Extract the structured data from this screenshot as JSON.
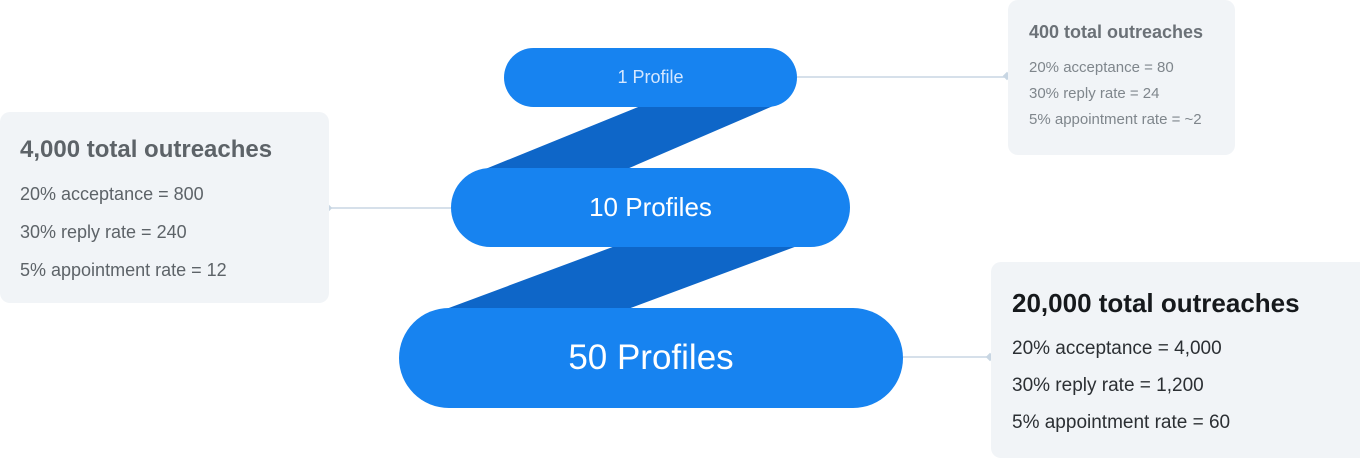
{
  "tiers": [
    {
      "profiles_label": "1 Profile",
      "card": {
        "title": "400 total outreaches",
        "lines": [
          "20% acceptance = 80",
          "30% reply rate = 24",
          "5% appointment rate = ~2"
        ]
      }
    },
    {
      "profiles_label": "10 Profiles",
      "card": {
        "title": "4,000 total outreaches",
        "lines": [
          "20% acceptance = 800",
          "30% reply rate = 240",
          "5% appointment rate = 12"
        ]
      }
    },
    {
      "profiles_label": "50 Profiles",
      "card": {
        "title": "20,000 total outreaches",
        "lines": [
          "20% acceptance = 4,000",
          "30% reply rate = 1,200",
          "5% appointment rate = 60"
        ]
      }
    }
  ],
  "colors": {
    "pill": "#1783f0",
    "band": "#0e66c8",
    "card_bg": "#f1f4f7",
    "leader_line": "#c8d6e3"
  }
}
